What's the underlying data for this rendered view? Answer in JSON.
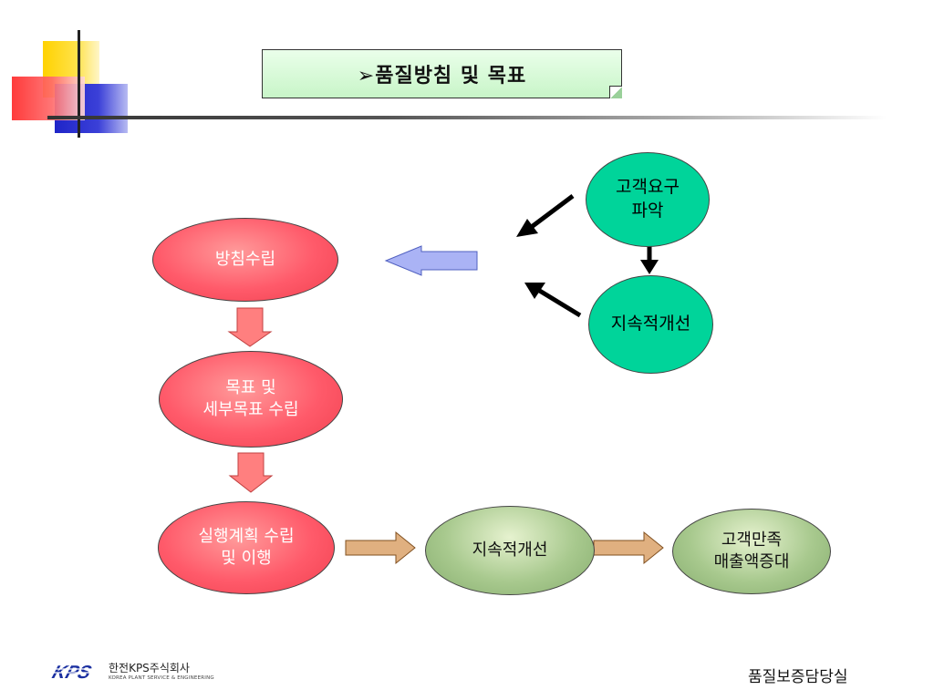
{
  "title": "➢품질방침 및 목표",
  "nodes": {
    "policy": "방침수립",
    "goals": "목표 및\n세부목표 수립",
    "execution": "실행계획 수립\n및 이행",
    "improve_bottom": "지속적개선",
    "satisfaction": "고객만족\n매출액증대",
    "customer_needs": "고객요구\n파악",
    "improve_top": "지속적개선"
  },
  "colors": {
    "red_node": "#ff5a6a",
    "teal_node": "#00d49a",
    "green_node": "#a8c98e",
    "down_arrow": "#ff7f7f",
    "left_arrow": "#aab3f5",
    "right_arrow": "#e0b080",
    "title_bg": "#c8f5c8"
  },
  "footer": {
    "logo_mark": "KPS",
    "company_name": "한전KPS주식회사",
    "company_sub": "KOREA PLANT SERVICE & ENGINEERING",
    "department": "품질보증담당실"
  }
}
